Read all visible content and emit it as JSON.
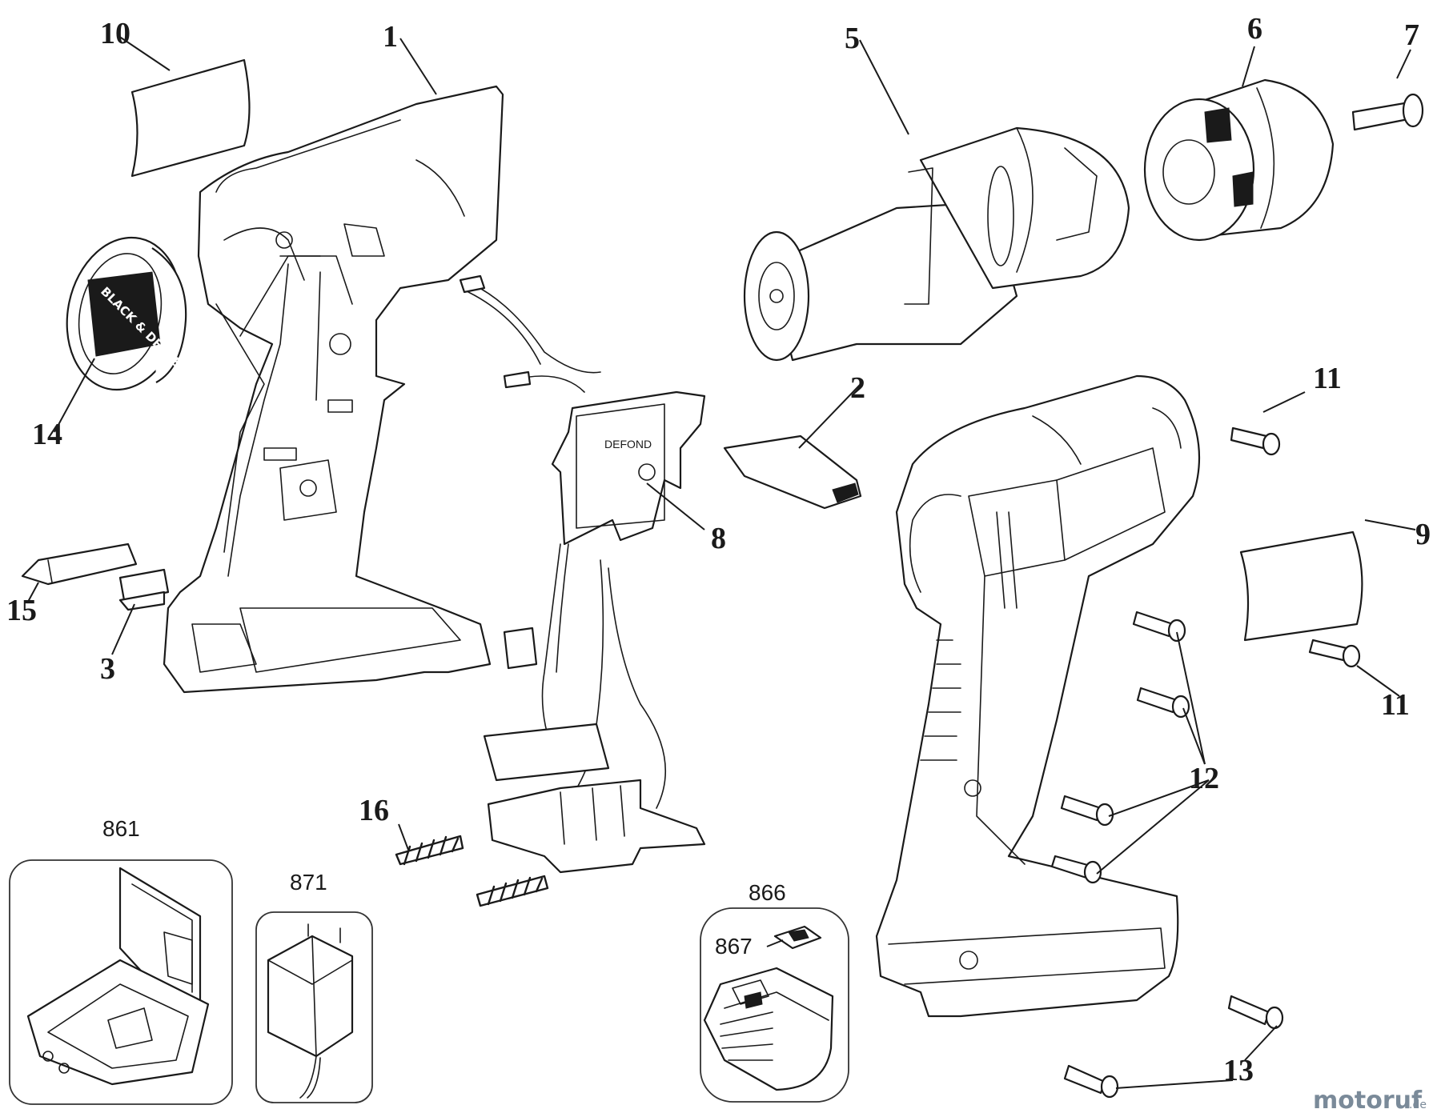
{
  "callouts": {
    "c1": "1",
    "c2": "2",
    "c3": "3",
    "c5": "5",
    "c6": "6",
    "c7": "7",
    "c8": "8",
    "c9": "9",
    "c10": "10",
    "c11a": "11",
    "c11b": "11",
    "c12": "12",
    "c13": "13",
    "c14": "14",
    "c15": "15",
    "c16": "16",
    "c861": "861",
    "c866": "866",
    "c867": "867",
    "c871": "871"
  },
  "logo": "BLACK & DECKER",
  "trigger_mark": "DEFOND",
  "watermark": {
    "brand": "motoruf",
    "tld": ".de"
  },
  "colors": {
    "line": "#1a1a1a",
    "watermark": "#7a8a99"
  }
}
